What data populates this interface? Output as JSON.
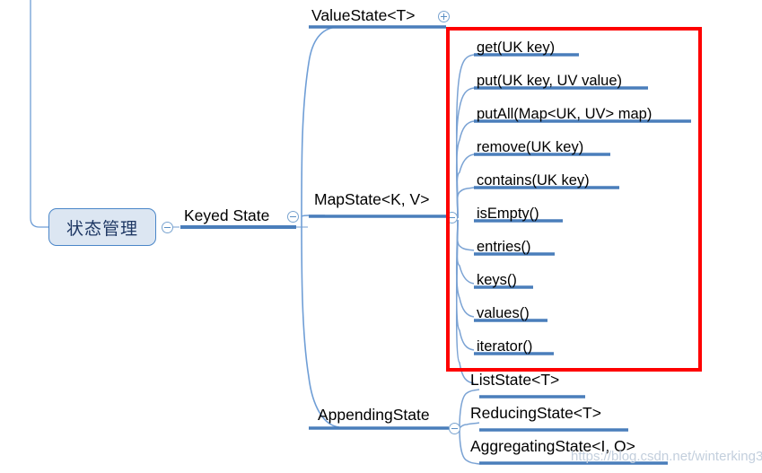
{
  "diagram": {
    "type": "mind-map",
    "title": "Flink State Management Mind Map",
    "background_color": "#ffffff",
    "branch_color": "#4a7ebb",
    "highlight_color": "#fe0000",
    "root_fill": "#dce6f2",
    "root_border": "#4a86c8"
  },
  "root": {
    "label": "状态管理",
    "toggle": "collapse-icon"
  },
  "branch": {
    "label": "Keyed State",
    "toggle": "collapse-icon"
  },
  "state_types": [
    {
      "label": "ValueState<T>",
      "toggle": "expand-icon",
      "toggle_state": "collapsed"
    },
    {
      "label": "MapState<K, V>",
      "toggle": "collapse-icon",
      "toggle_state": "expanded"
    },
    {
      "label": "AppendingState",
      "toggle": "collapse-icon",
      "toggle_state": "expanded"
    }
  ],
  "map_state_methods": [
    {
      "label": "get(UK key)"
    },
    {
      "label": "put(UK key, UV value)"
    },
    {
      "label": "putAll(Map<UK, UV> map)"
    },
    {
      "label": "remove(UK key)"
    },
    {
      "label": "contains(UK key)"
    },
    {
      "label": "isEmpty()"
    },
    {
      "label": "entries()"
    },
    {
      "label": "keys()"
    },
    {
      "label": "values()"
    },
    {
      "label": "iterator()"
    }
  ],
  "appending_state_children": [
    {
      "label": "ListState<T>"
    },
    {
      "label": "ReducingState<T>"
    },
    {
      "label": "AggregatingState<I, O>"
    }
  ],
  "watermark": {
    "text": "https://blog.csdn.net/winterking3"
  }
}
